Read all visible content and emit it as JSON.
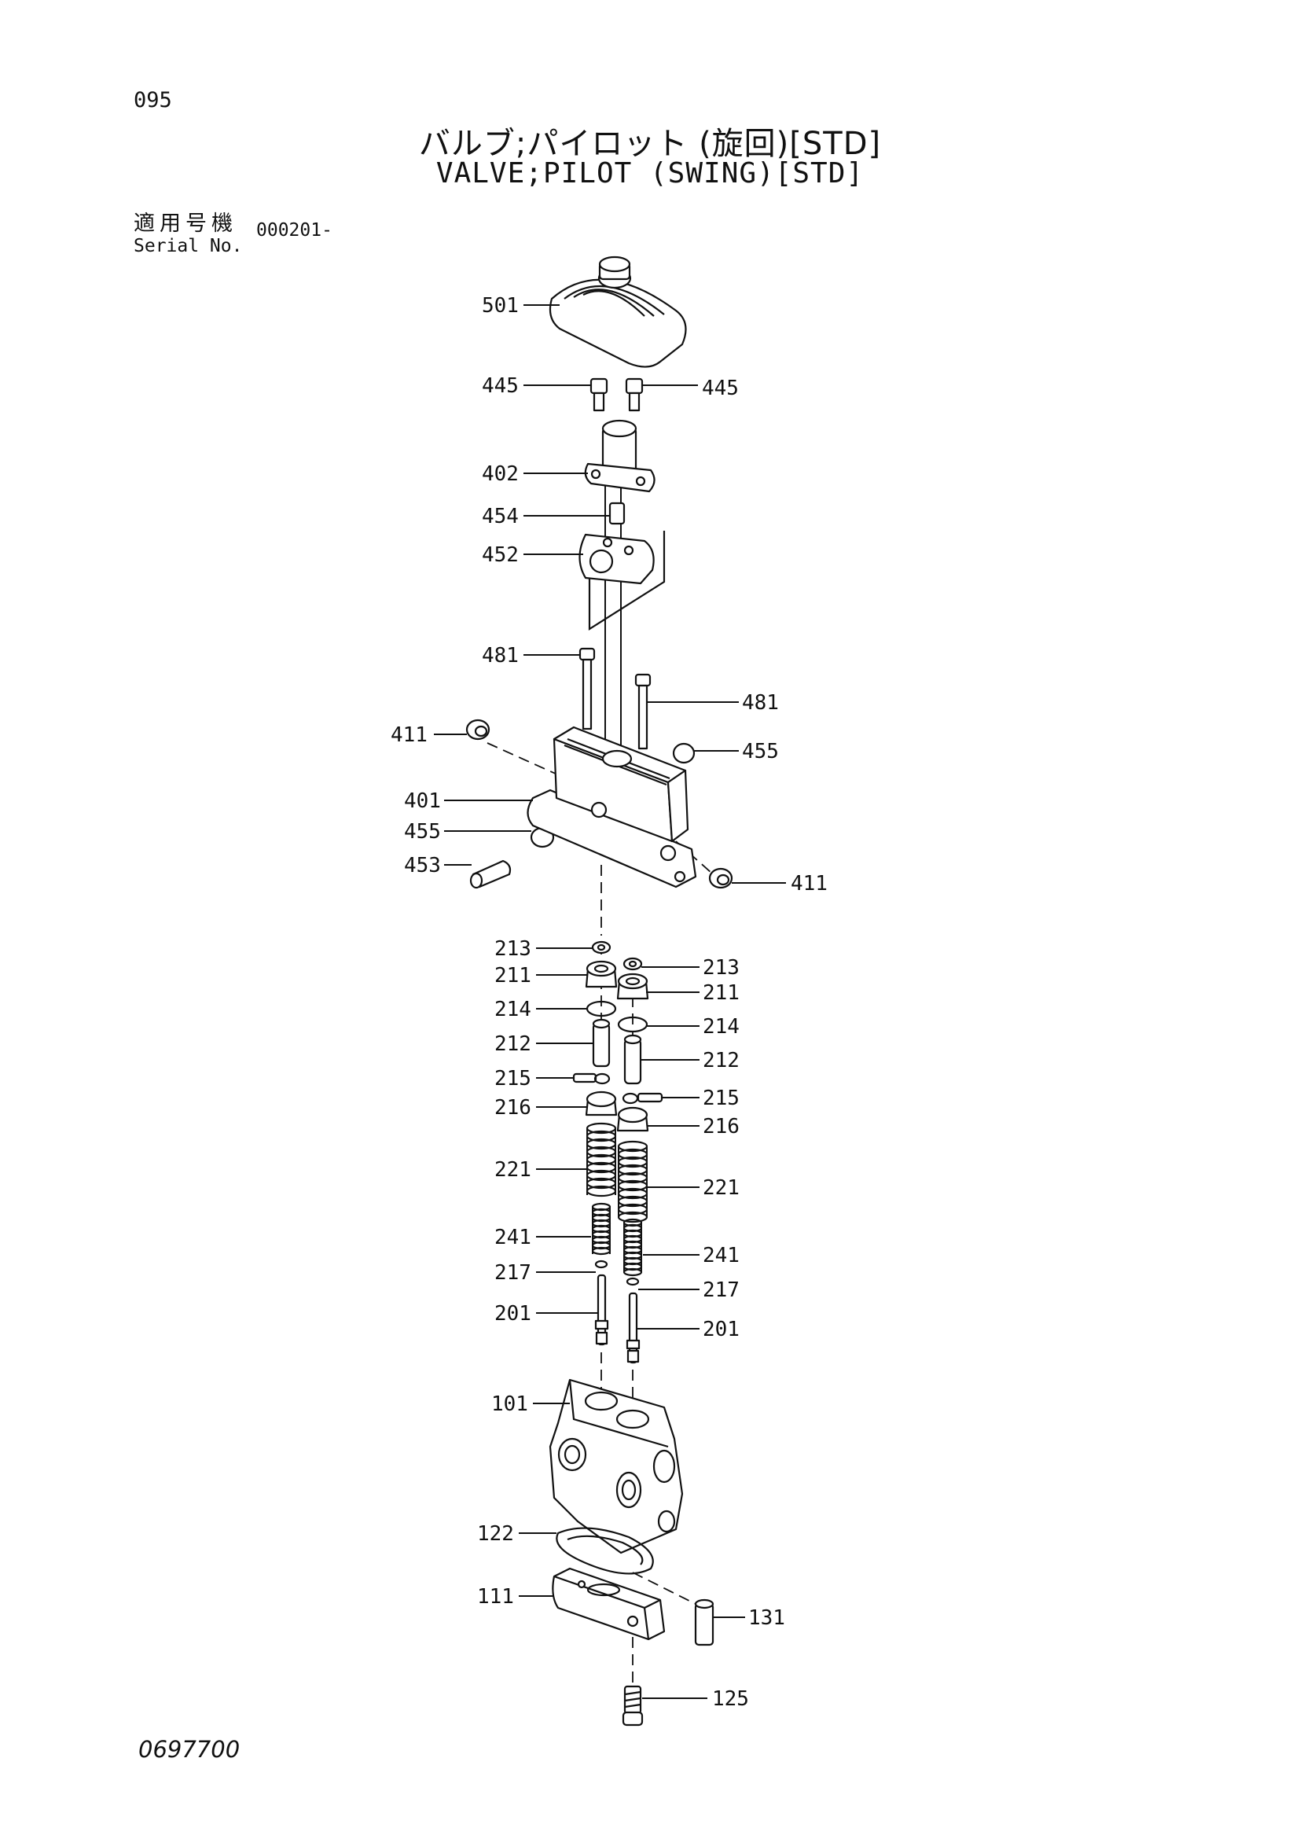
{
  "page": {
    "page_number": "095",
    "title_jp": "バルブ;パイロット (旋回)[STD]",
    "title_en": "VALVE;PILOT (SWING)[STD]",
    "serial_label_jp": "適用号機",
    "serial_label_en": "Serial No.",
    "serial_value": "000201-",
    "drawing_number": "0697700"
  },
  "callouts": [
    "501",
    "445",
    "445",
    "402",
    "454",
    "452",
    "481",
    "481",
    "411",
    "455",
    "401",
    "455",
    "453",
    "411",
    "213",
    "213",
    "211",
    "211",
    "214",
    "214",
    "212",
    "212",
    "215",
    "215",
    "216",
    "216",
    "221",
    "221",
    "241",
    "241",
    "217",
    "217",
    "201",
    "201",
    "101",
    "122",
    "111",
    "131",
    "125"
  ]
}
